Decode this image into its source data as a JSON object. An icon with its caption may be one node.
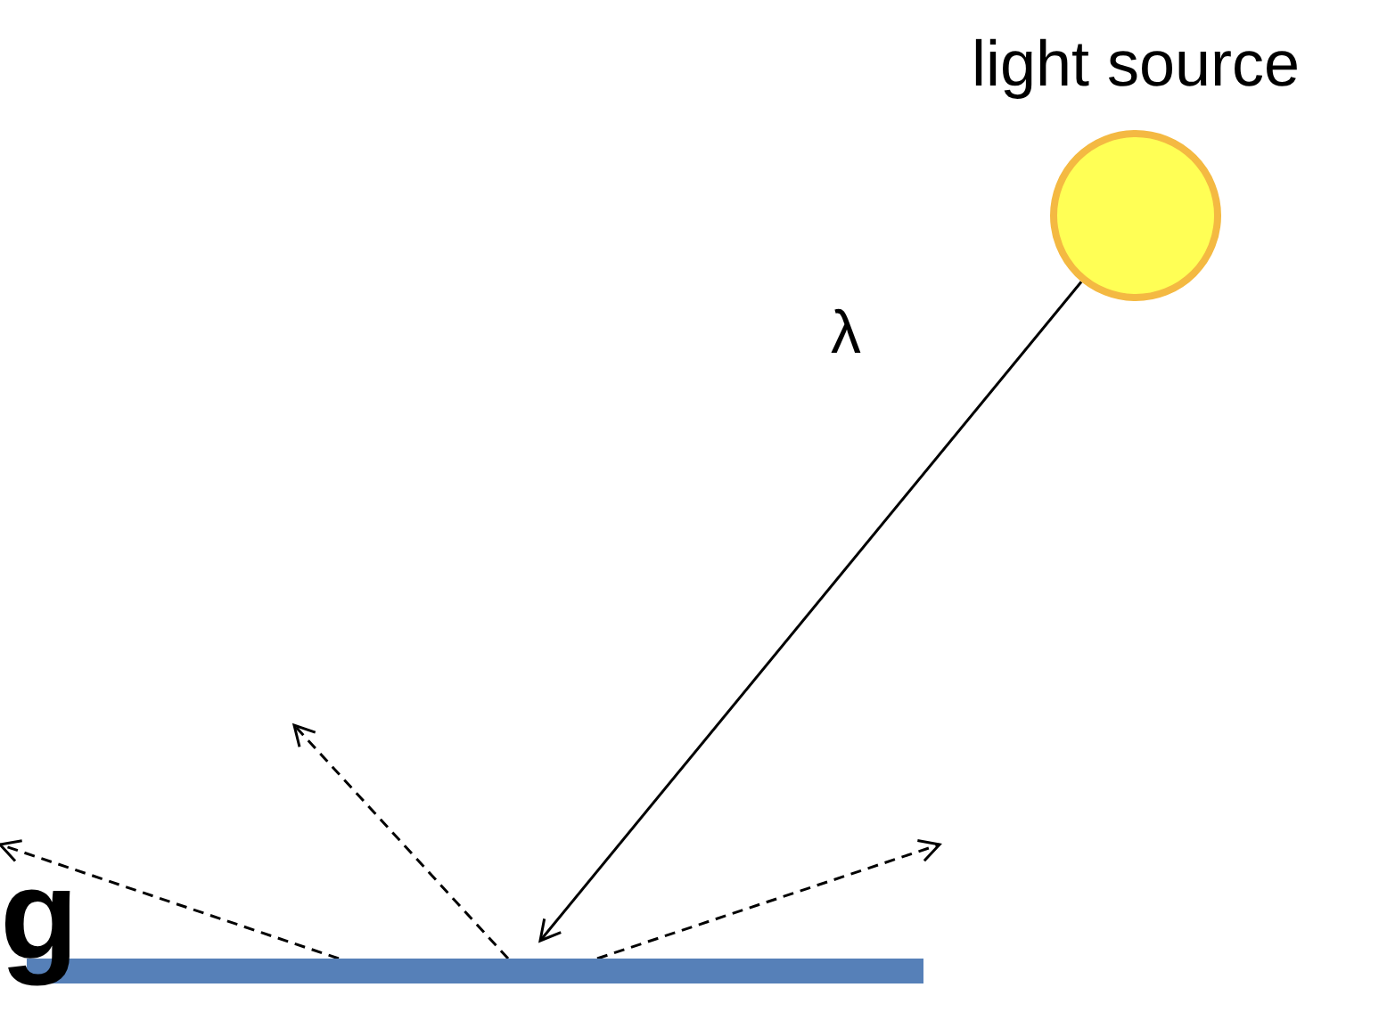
{
  "diagram": {
    "nodes": [
      {
        "text": [
          "light source"
        ]
      },
      {
        "text": [],
        "shape": "bar"
      }
    ],
    "edges": [
      {
        "from": 0,
        "to": 1,
        "arrow": "to",
        "label": "λ"
      },
      {
        "from": 1,
        "to": null,
        "arrow": "to",
        "style": "dashed"
      },
      {
        "from": 1,
        "to": null,
        "arrow": "to",
        "style": "dashed"
      },
      {
        "from": 1,
        "to": null,
        "arrow": "to",
        "style": "dashed"
      }
    ],
    "labels": [
      "g"
    ]
  }
}
